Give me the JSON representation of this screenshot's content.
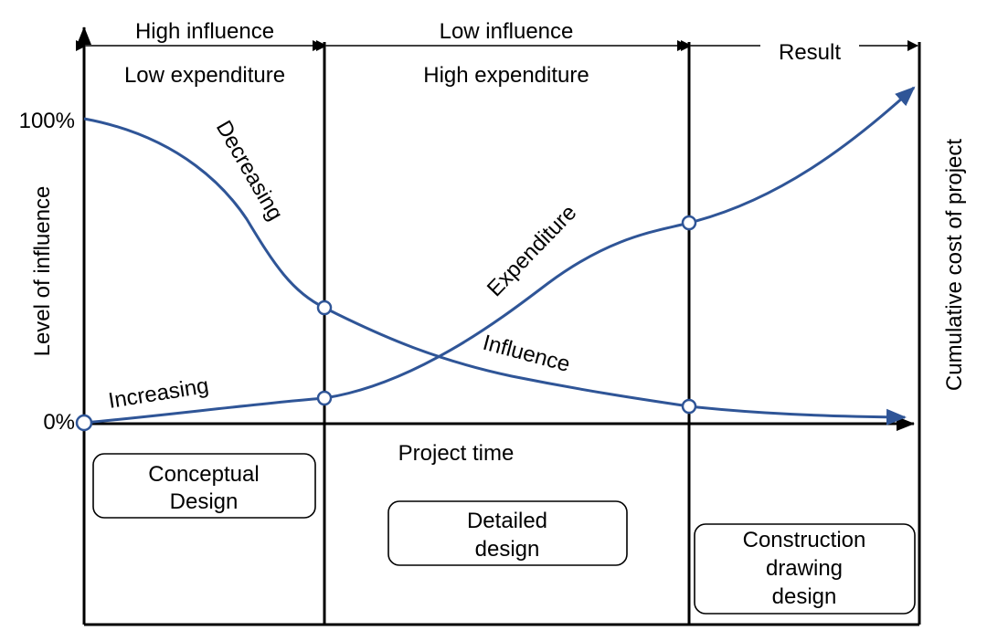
{
  "diagram": {
    "colors": {
      "curve": "#2f5597",
      "ink": "#000000",
      "background": "#ffffff"
    },
    "y_axis": {
      "label": "Level of influence",
      "ticks": [
        "100%",
        "0%"
      ]
    },
    "right_axis": {
      "label": "Cumulative cost of project"
    },
    "x_axis": {
      "label": "Project time"
    },
    "phases": [
      {
        "header": "High influence",
        "subheader": "Low expenditure",
        "box": [
          "Conceptual",
          "Design"
        ]
      },
      {
        "header": "Low influence",
        "subheader": "High expenditure",
        "box": [
          "Detailed",
          "design"
        ]
      },
      {
        "header": "Result",
        "subheader": "",
        "box": [
          "Construction",
          "drawing",
          "design"
        ]
      }
    ],
    "curves": {
      "influence": {
        "label": "Influence",
        "annotation": "Decreasing",
        "shape": "decreasing"
      },
      "expenditure": {
        "label": "Expenditure",
        "annotation": "Increasing",
        "shape": "increasing"
      }
    },
    "icons": [
      "arrow-head-icon",
      "circle-marker-icon"
    ]
  }
}
